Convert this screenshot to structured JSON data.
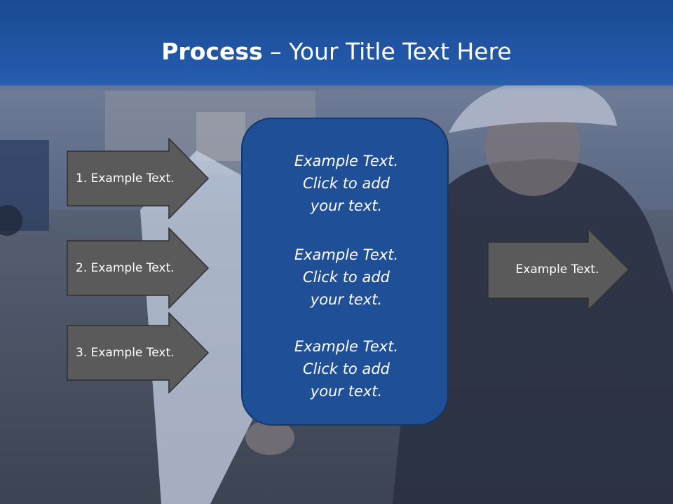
{
  "slide": {
    "title_bold": "Process",
    "title_rest": " – Your Title Text Here",
    "left_arrows": [
      {
        "label": "1. Example Text."
      },
      {
        "label": "2. Example Text."
      },
      {
        "label": "3. Example Text."
      }
    ],
    "center_blocks": [
      {
        "line1": "Example Text.",
        "line2": "Click  to add",
        "line3": "your text."
      },
      {
        "line1": "Example Text.",
        "line2": "Click  to add",
        "line3": "your text."
      },
      {
        "line1": "Example Text.",
        "line2": "Click  to add",
        "line3": "your text."
      }
    ],
    "right_arrow": {
      "label": "Example Text."
    }
  },
  "colors": {
    "header": "#2358a8",
    "box_fill": "#1f4f97",
    "arrow_fill": "#5a5a5a",
    "text": "#ffffff"
  }
}
